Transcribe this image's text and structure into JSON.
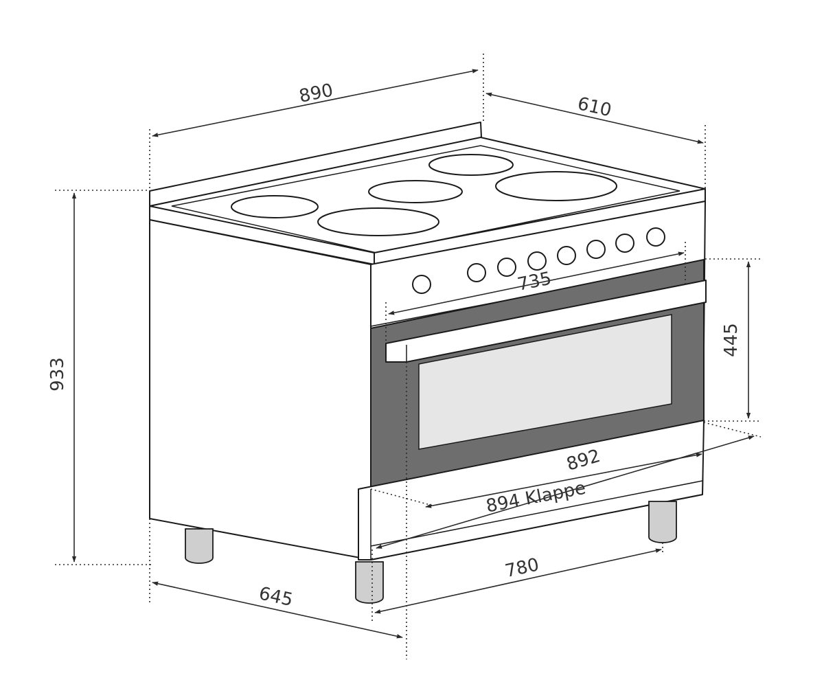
{
  "colors": {
    "outline": "#1a1a1a",
    "door_frame": "#6e6e6e",
    "door_glass": "#e6e6e6",
    "feet": "#cfcfcf",
    "text": "#333333"
  },
  "dimensions": {
    "width_top": "890",
    "depth": "610",
    "height_total": "933",
    "control_panel_width": "735",
    "oven_height": "445",
    "front_width": "892",
    "door_width": "894 Klappe",
    "feet_spacing": "780",
    "depth_feet": "645"
  }
}
